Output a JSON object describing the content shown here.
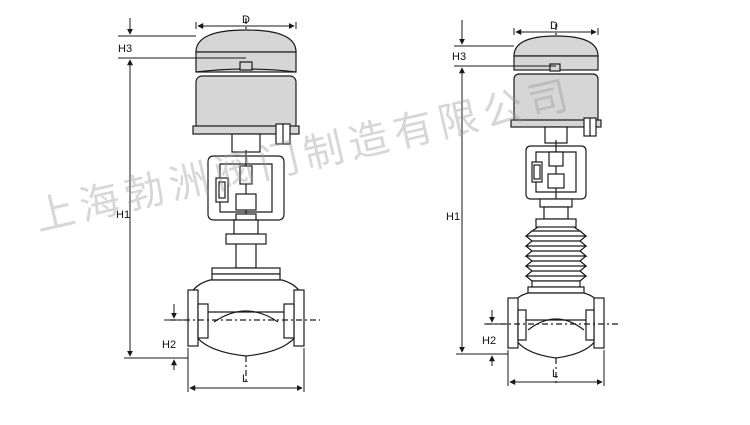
{
  "left_drawing": {
    "labels": {
      "d": "D",
      "h3": "H3",
      "h1": "H1",
      "h2": "H2",
      "l": "L"
    }
  },
  "right_drawing": {
    "labels": {
      "d": "D",
      "h3": "H3",
      "h1": "H1",
      "h2": "H2",
      "l": "L"
    }
  },
  "watermark": {
    "text": "上海勃洲阀门制造有限公司"
  },
  "colors": {
    "line": "#1a1a1a",
    "actuator_fill": "#d6d6d6",
    "watermark": "#969696"
  }
}
